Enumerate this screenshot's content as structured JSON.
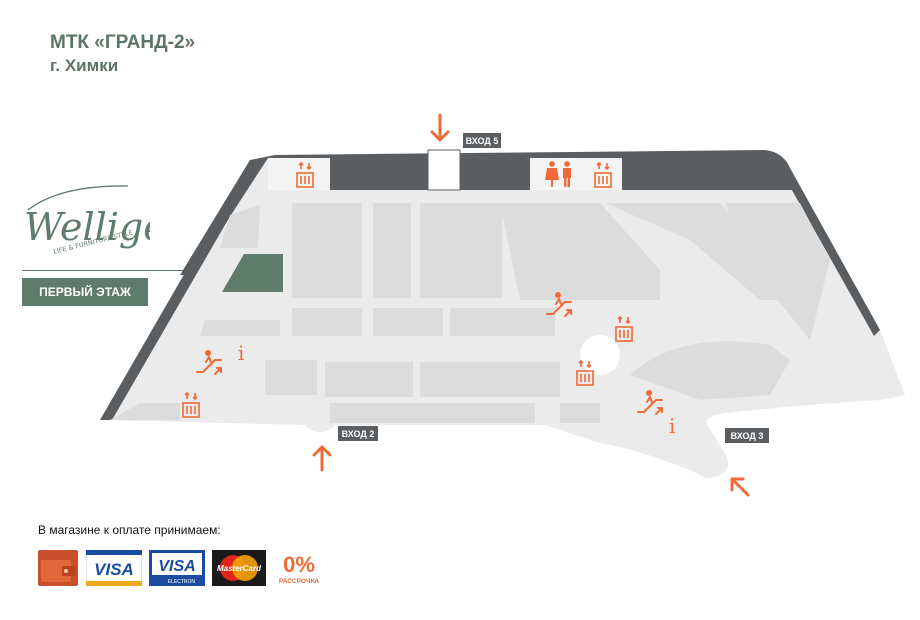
{
  "header": {
    "title": "МТК «ГРАНД-2»",
    "subtitle": "г. Химки"
  },
  "brand": {
    "logo_icon": "wellige-logo-icon",
    "floor_label": "ПЕРВЫЙ ЭТАЖ"
  },
  "entrances": {
    "entrance_5": "ВХОД 5",
    "entrance_2": "ВХОД 2",
    "entrance_3": "ВХОД 3"
  },
  "map_icons": [
    "toilet-icon",
    "elevator-icon",
    "escalator-icon",
    "info-icon",
    "entrance-arrow-icon"
  ],
  "payment": {
    "label": "В магазине к оплате принимаем:",
    "cards": [
      "wallet-icon",
      "visa-icon",
      "visa-electron-icon",
      "mastercard-icon",
      "installment-icon"
    ],
    "installment_percent": "0%",
    "installment_text": "РАССРОЧКА"
  },
  "colors": {
    "accent": "#f06a35",
    "brand_green": "#5f7b6c",
    "mall_floor": "#e9e9e9",
    "mall_wall": "#5b5e60",
    "shop_block": "#dcdcdc"
  }
}
